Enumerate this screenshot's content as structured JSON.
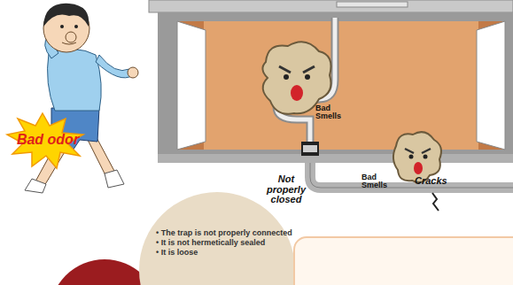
{
  "diagram": {
    "nodes": [
      {
        "text": [
          "Bad odor"
        ]
      },
      {
        "text": [
          "• The trap is not properly connected",
          "• It is not hermetically sealed",
          "• It is loose"
        ]
      }
    ],
    "labels": [
      "Bad Smells",
      "Not properly closed",
      "Bad Smells",
      "Cracks"
    ]
  }
}
